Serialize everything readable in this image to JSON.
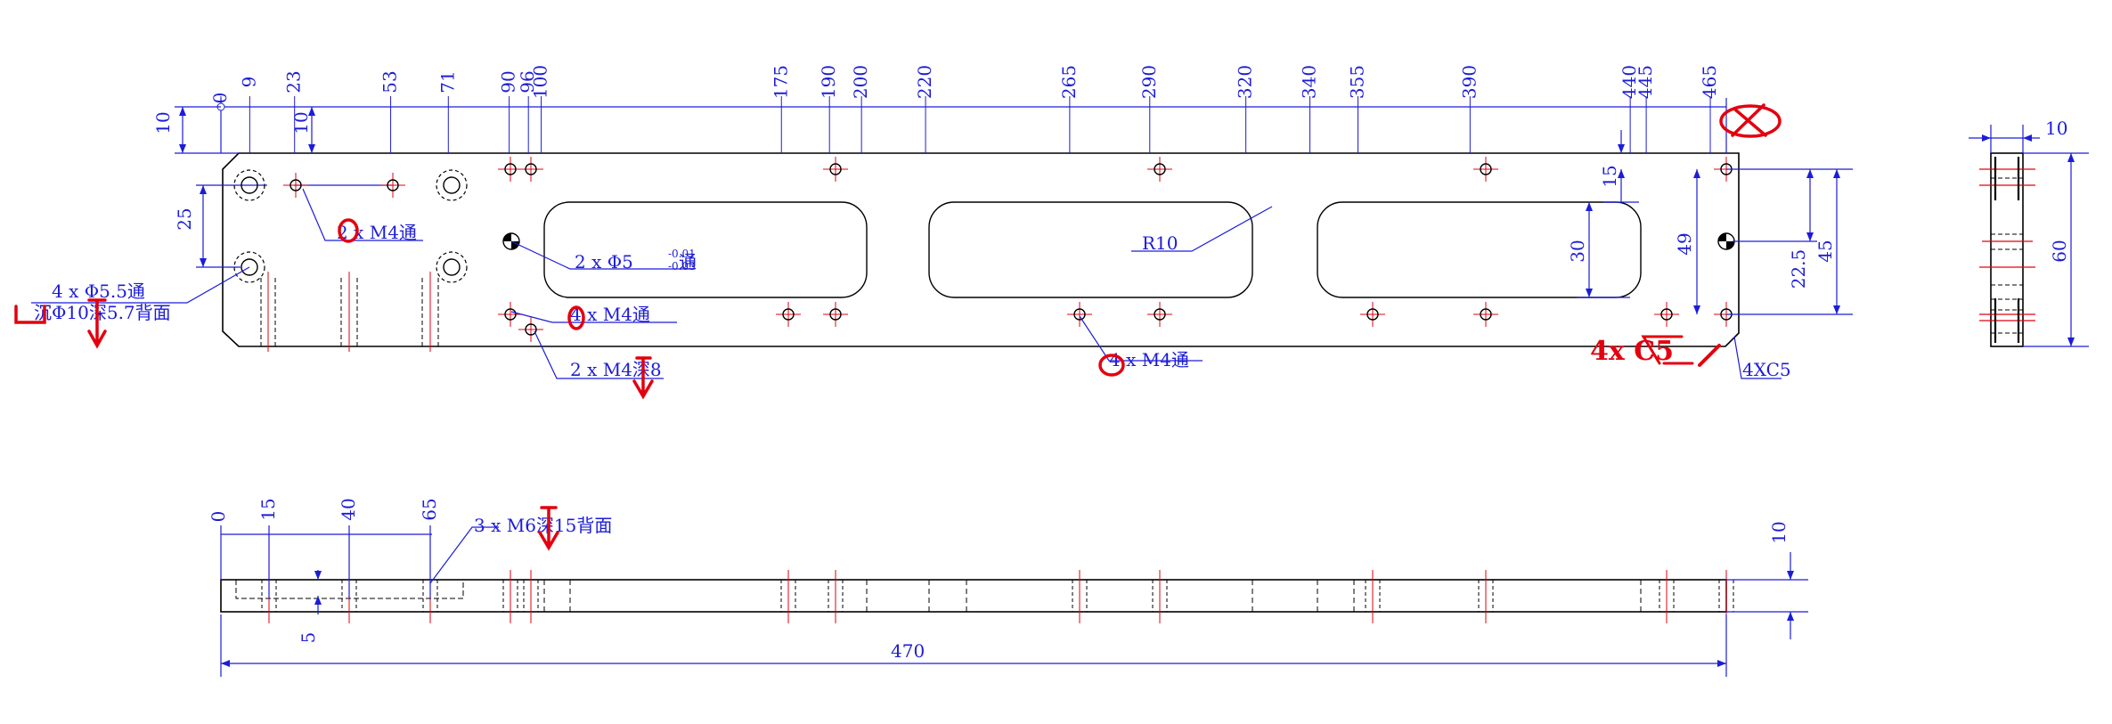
{
  "colors": {
    "dimension": "#1c1cd9",
    "outline": "#000000",
    "centerline": "#e3000f",
    "markup": "#e3000f"
  },
  "top_view": {
    "x_dims": [
      "0",
      "9",
      "23",
      "53",
      "71",
      "90",
      "96",
      "100",
      "175",
      "190",
      "200",
      "220",
      "265",
      "290",
      "320",
      "340",
      "355",
      "390",
      "440",
      "445",
      "465"
    ],
    "left_vertical_dims": [
      "10",
      "25"
    ],
    "inner_vertical_dim": "10",
    "right_dims": {
      "d15": "15",
      "d30": "30",
      "d49": "49",
      "d22_5": "22.5",
      "d45": "45"
    },
    "callouts": {
      "m4_left": "2 x  M4通",
      "pin_d5": "2 x  Φ5 ",
      "pin_d5_tol_upper": "-0.01",
      "pin_d5_tol_lower": "-0.03",
      "pin_d5_suffix": "通",
      "m4_mid": "4 x  M4通",
      "m4_depth": "2 x  M4深8",
      "m4_right": "4 x  M4通",
      "cbore_line1": "4 x  Φ5.5通",
      "cbore_line2": "沉Φ10深5.7背面",
      "radius": "R10",
      "chamfer": "4XC5"
    }
  },
  "front_view": {
    "x_dims": [
      "0",
      "15",
      "40",
      "65"
    ],
    "height_dim": "10",
    "small_dim": "5",
    "overall_length": "470",
    "callout_m6": "3 x  M6深15背面"
  },
  "side_view": {
    "thickness": "10",
    "height": "60"
  },
  "markup": {
    "chamfer_note": "4x C5"
  }
}
